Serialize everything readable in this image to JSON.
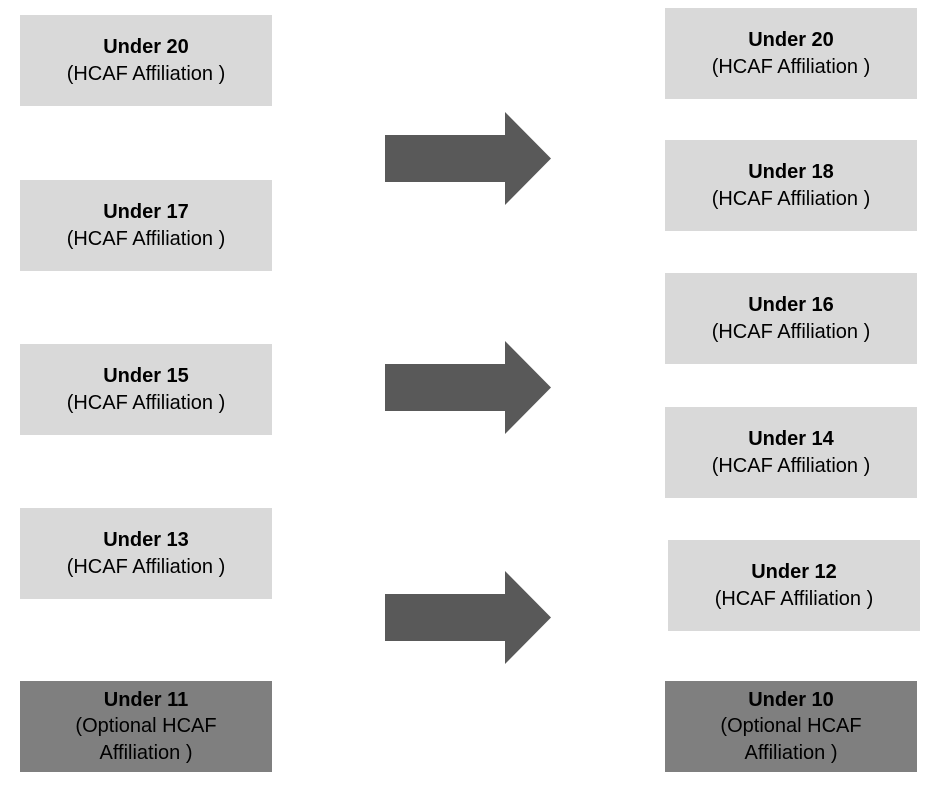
{
  "colors": {
    "light_box": "#d9d9d9",
    "dark_box": "#7f7f7f",
    "arrow": "#595959",
    "text": "#000000"
  },
  "left": {
    "u20": {
      "title": "Under 20",
      "sub": "(HCAF Affiliation )"
    },
    "u17": {
      "title": "Under 17",
      "sub": "(HCAF Affiliation )"
    },
    "u15": {
      "title": "Under 15",
      "sub": "(HCAF Affiliation )"
    },
    "u13": {
      "title": "Under 13",
      "sub": "(HCAF Affiliation )"
    },
    "u11": {
      "title": "Under 11",
      "sub": "(Optional HCAF Affiliation )"
    }
  },
  "right": {
    "u20": {
      "title": "Under 20",
      "sub": "(HCAF Affiliation )"
    },
    "u18": {
      "title": "Under 18",
      "sub": "(HCAF Affiliation )"
    },
    "u16": {
      "title": "Under 16",
      "sub": "(HCAF Affiliation )"
    },
    "u14": {
      "title": "Under 14",
      "sub": "(HCAF Affiliation )"
    },
    "u12": {
      "title": "Under 12",
      "sub": "(HCAF Affiliation )"
    },
    "u10": {
      "title": "Under 10",
      "sub": "(Optional HCAF Affiliation )"
    }
  },
  "arrows": [
    "right-arrow-icon",
    "right-arrow-icon",
    "right-arrow-icon"
  ]
}
